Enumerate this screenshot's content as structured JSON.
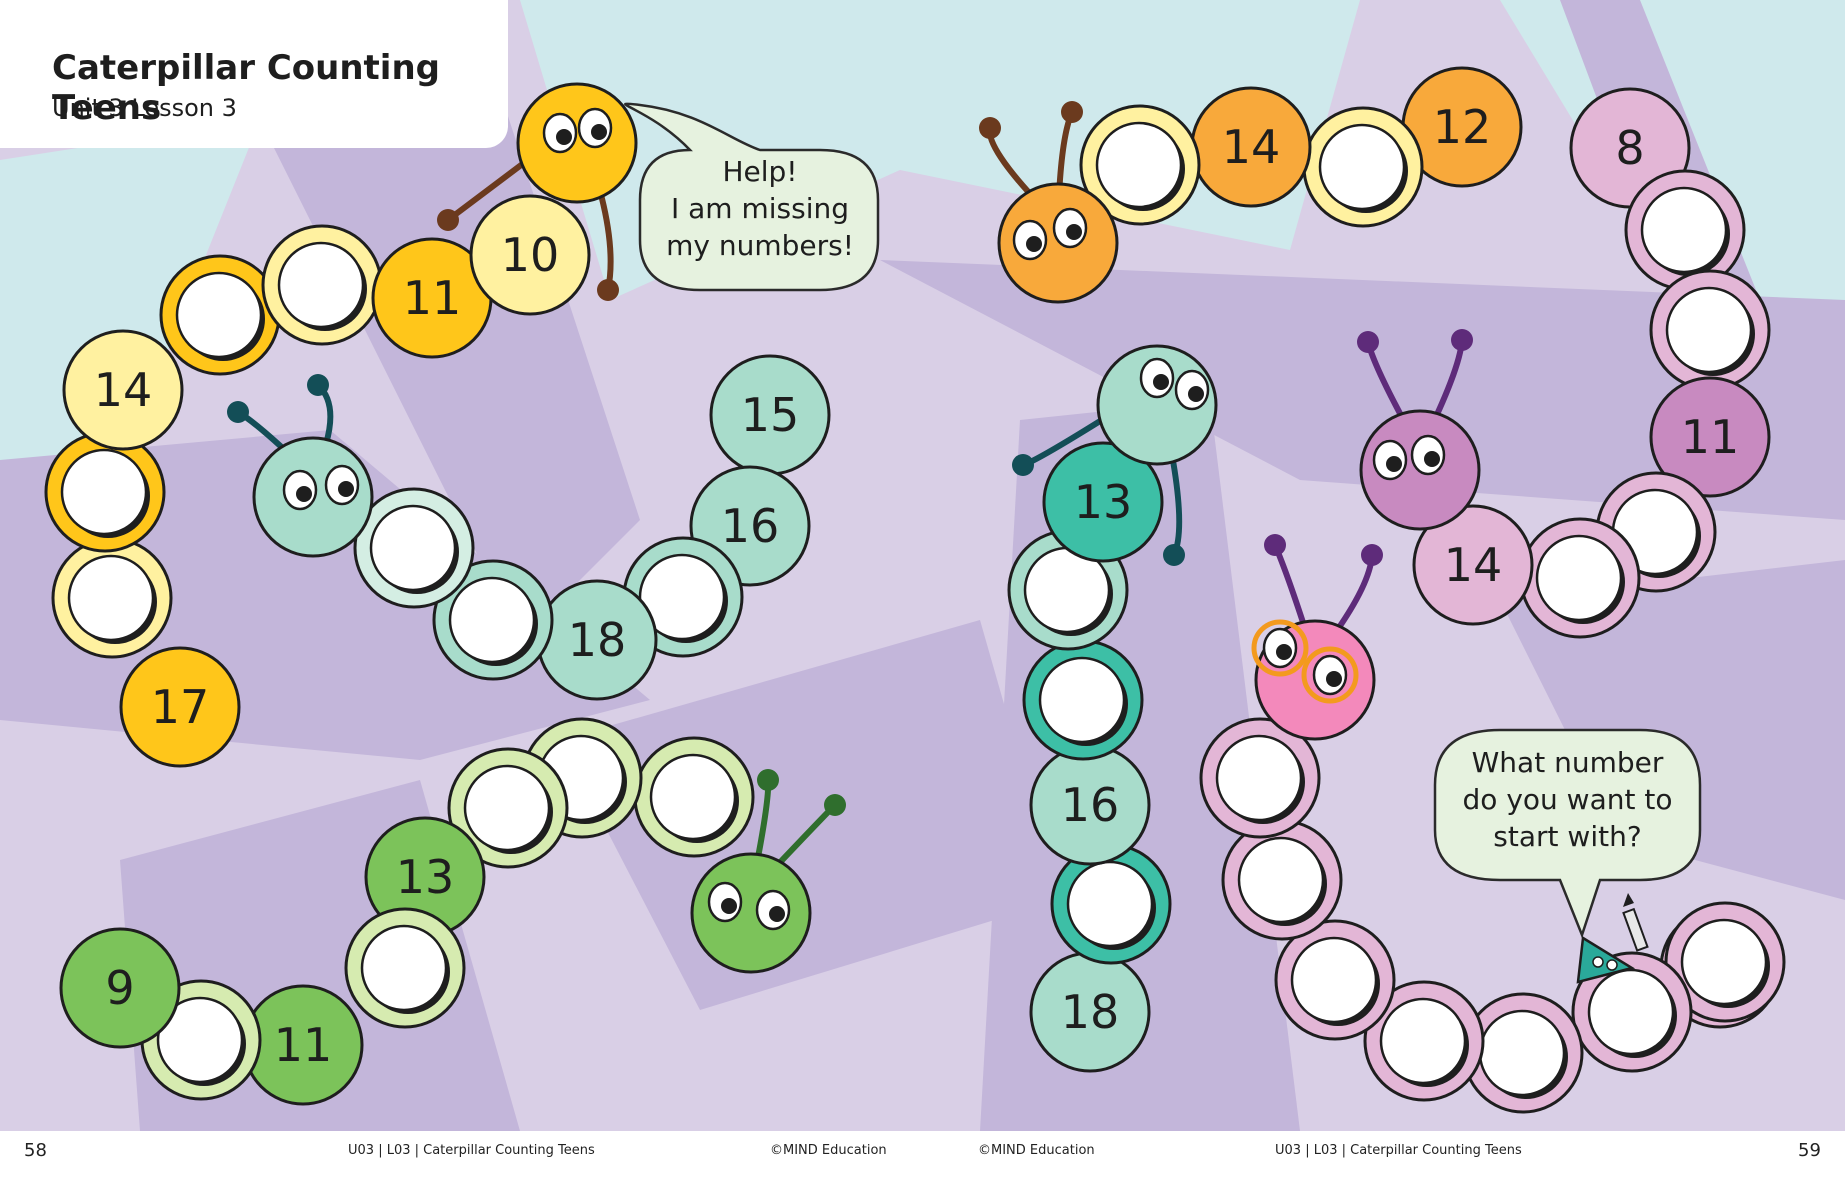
{
  "header": {
    "title": "Caterpillar Counting Teens",
    "subtitle": "Unit 3 Lesson 3"
  },
  "speech": {
    "help": [
      "Help!",
      "I am missing",
      "my numbers!"
    ],
    "prompt": [
      "What number",
      "do you want to",
      "start with?"
    ]
  },
  "footer": {
    "page_left": "58",
    "page_right": "59",
    "left_label": "U03  |  L03  |  Caterpillar Counting Teens",
    "right_label": "U03  |  L03  |  Caterpillar Counting Teens",
    "copyright_left": "©MIND Education",
    "copyright_right": "©MIND Education"
  },
  "colors": {
    "background_lilac": "#d9cfe6",
    "background_purple": "#c3b6da",
    "background_aqua": "#cfe9ec",
    "yellow": "#ffc61a",
    "yellow_light": "#fff1a0",
    "teal_light": "#a8dccb",
    "teal": "#3dbfa6",
    "green": "#7cc35a",
    "green_light": "#d6ebb0",
    "orange": "#f8a93b",
    "pink_light": "#e3b6d6",
    "pink": "#f389bb"
  },
  "caterpillars": [
    {
      "name": "yellow",
      "head_color": "yellow",
      "segments": [
        "10",
        "11",
        "",
        "",
        "14",
        "",
        "",
        "17"
      ]
    },
    {
      "name": "teal-light",
      "head_color": "teal-light",
      "segments": [
        "",
        "",
        "18",
        "",
        "16",
        "15"
      ]
    },
    {
      "name": "green",
      "head_color": "green",
      "segments": [
        "9",
        "",
        "11",
        "",
        "13",
        "",
        "",
        ""
      ]
    },
    {
      "name": "orange",
      "head_color": "orange",
      "segments": [
        "",
        "14",
        "",
        "12"
      ]
    },
    {
      "name": "teal",
      "head_color": "teal",
      "segments": [
        "13",
        "",
        "",
        "16",
        "",
        "18"
      ]
    },
    {
      "name": "lilac",
      "head_color": "lilac",
      "segments": [
        "14",
        "",
        "",
        "11",
        "",
        "",
        "8"
      ]
    },
    {
      "name": "pink",
      "head_color": "pink",
      "segments": [
        "",
        "",
        "",
        "",
        "",
        "",
        "",
        ""
      ]
    }
  ]
}
